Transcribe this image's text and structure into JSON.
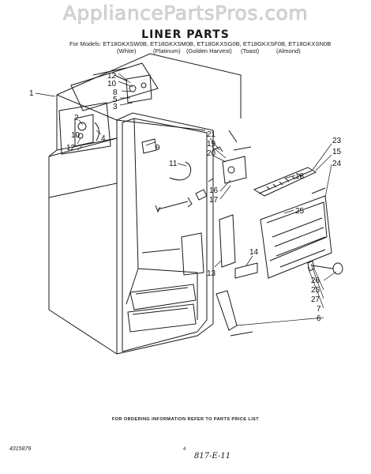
{
  "watermark": "AppliancePartsPros.com",
  "title": "LINER PARTS",
  "models_line": "For Models: ET18GKXSW0B, ET18GKXSM0B, ET18GKXSG0B, ET18GKXSF0B, ET18GKXSN0B",
  "colors": [
    "(White)",
    "(Platinum)",
    "(Golden Harvest)",
    "(Toast)",
    "(Almond)"
  ],
  "footer": "FOR ORDERING INFORMATION REFER TO PARTS PRICE LIST",
  "doc_number": "4315879",
  "page_number": "4",
  "handwritten_note": "817-E-11",
  "part_callouts": {
    "c1": "1",
    "c12a": "12",
    "c10a": "10",
    "c8": "8",
    "c5": "5",
    "c3": "3",
    "c2": "2",
    "c4": "4",
    "c12b": "12",
    "c10b": "10",
    "c9": "9",
    "c11": "11",
    "c21": "21",
    "c19": "19",
    "c20": "20",
    "c18": "18",
    "c16": "16",
    "c17": "17",
    "c13": "13",
    "c14": "14",
    "c23": "23",
    "c15": "15",
    "c24": "24",
    "c25": "25",
    "c26": "26",
    "c25b": "25",
    "c27": "27",
    "c7": "7",
    "c6": "6"
  }
}
